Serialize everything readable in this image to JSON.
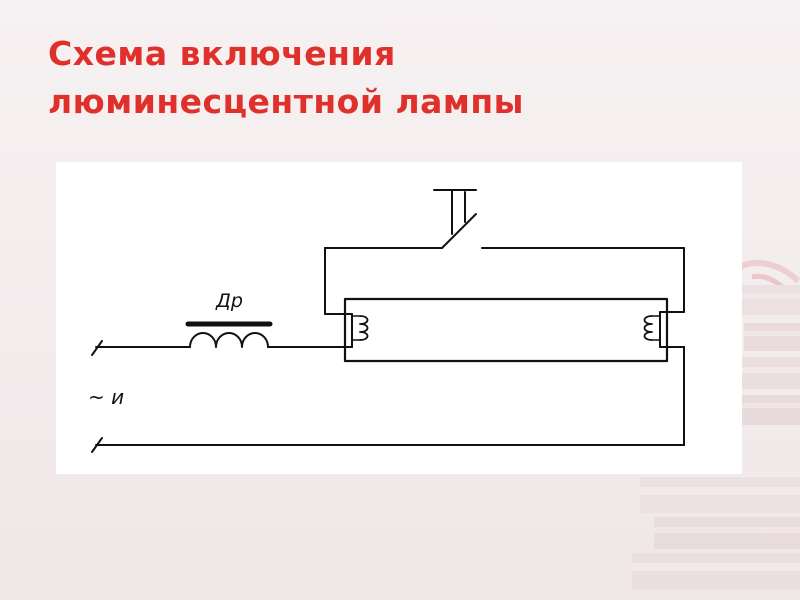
{
  "slide": {
    "title_line1": "Схема включения",
    "title_line2": "люминесцентной лампы"
  },
  "diagram": {
    "choke_label": "Др",
    "voltage_label": "~ и"
  },
  "colors": {
    "title": "#e0302b",
    "line": "#111111",
    "background": "#f4eff0",
    "panel": "#ffffff"
  }
}
